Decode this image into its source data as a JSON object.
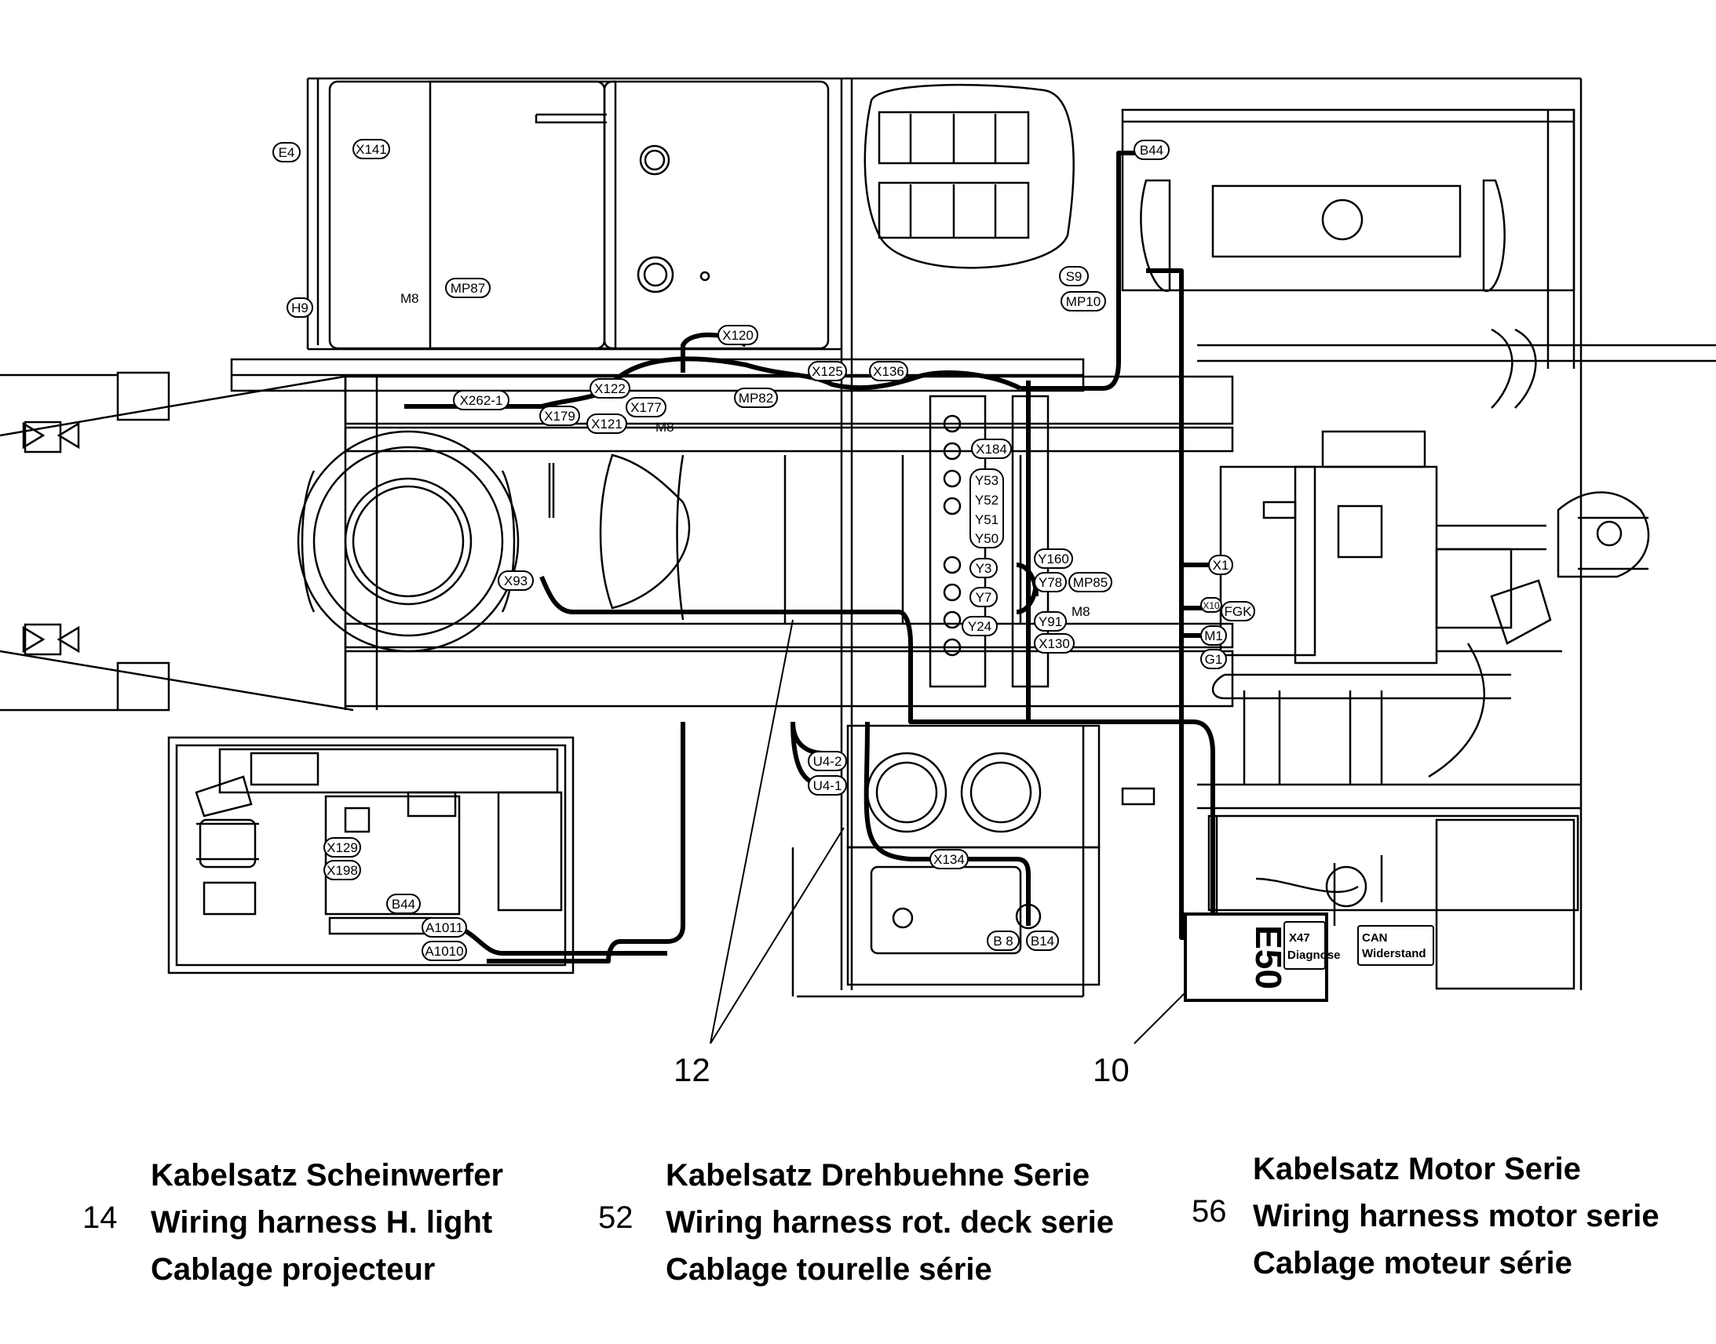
{
  "connectors": {
    "E4": "E4",
    "X141": "X141",
    "H9": "H9",
    "MP87": "MP87",
    "M8a": "M8",
    "X120": "X120",
    "X125": "X125",
    "X136": "X136",
    "B44a": "B44",
    "S9": "S9",
    "MP10": "MP10",
    "X262_1": "X262-1",
    "X179": "X179",
    "X122": "X122",
    "X121": "X121",
    "X177": "X177",
    "MP82": "MP82",
    "M8b": "M8",
    "X184": "X184",
    "Y53": "Y53",
    "Y52": "Y52",
    "Y51": "Y51",
    "Y50": "Y50",
    "Y3": "Y3",
    "Y7": "Y7",
    "Y24": "Y24",
    "Y160": "Y160",
    "Y78": "Y78",
    "MP85": "MP85",
    "M8c": "M8",
    "Y91": "Y91",
    "X130": "X130",
    "X93": "X93",
    "X1": "X1",
    "X10": "X10",
    "FGK": "FGK",
    "M1": "M1",
    "G1": "G1",
    "U4_2": "U4-2",
    "U4_1": "U4-1",
    "X134": "X134",
    "B8": "B 8",
    "B14": "B14",
    "X129": "X129",
    "X198": "X198",
    "B44b": "B44",
    "A1011": "A1011",
    "A1010": "A1010",
    "E50": "E50",
    "X47": "X47",
    "diagnose": "Diagnose",
    "can": "CAN",
    "widerstand": "Widerstand"
  },
  "callouts": {
    "c12": "12",
    "c10": "10"
  },
  "legend": [
    {
      "number": "14",
      "lines": [
        "Kabelsatz Scheinwerfer",
        "Wiring harness H. light",
        "Cablage projecteur"
      ]
    },
    {
      "number": "52",
      "lines": [
        "Kabelsatz Drehbuehne Serie",
        "Wiring harness rot. deck serie",
        "Cablage tourelle série"
      ]
    },
    {
      "number": "56",
      "lines": [
        "Kabelsatz Motor Serie",
        "Wiring harness motor serie",
        "Cablage moteur série"
      ]
    }
  ]
}
